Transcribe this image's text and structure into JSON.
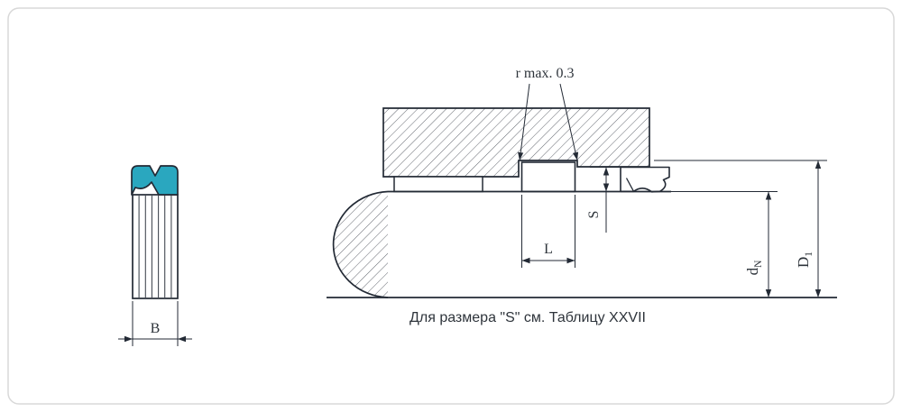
{
  "frame": {
    "border_color": "#d8d8d8",
    "background": "#ffffff"
  },
  "left_view": {
    "dim_B": "B"
  },
  "right_view": {
    "dim_r": "r max. 0.3",
    "dim_L": "L",
    "dim_S": "S",
    "dim_d_main": "d",
    "dim_d_sub": "N",
    "dim_D_main": "D",
    "dim_D_sub": "1",
    "note": "Для размера \"S\" см. Таблицу XXVII"
  },
  "colors": {
    "seal_fill": "#2aa7bf",
    "line": "#232a35",
    "hatch": "#51565e",
    "text": "#2e343b"
  }
}
